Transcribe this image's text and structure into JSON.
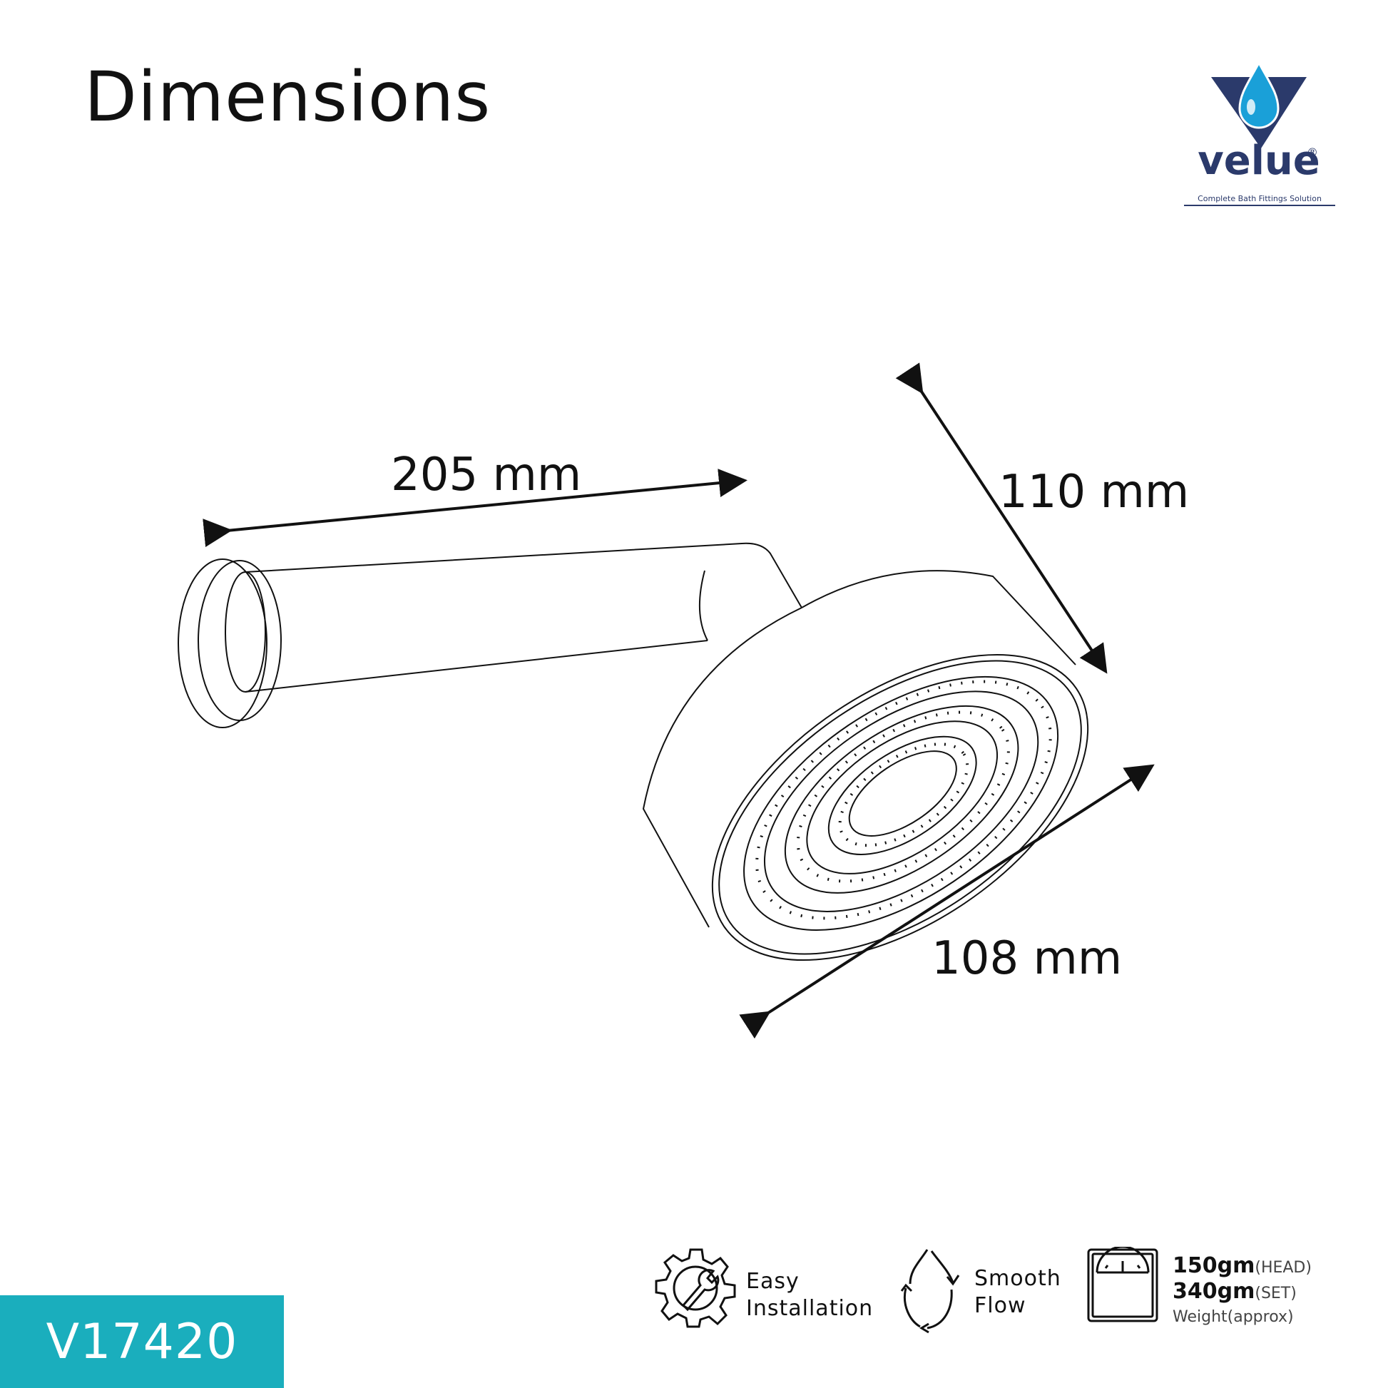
{
  "title": "Dimensions",
  "brand": {
    "name": "velue",
    "registered": "®",
    "tagline": "Complete Bath Fittings Solution",
    "colors": {
      "navy": "#2b3a6b",
      "drop": "#1aa0d8"
    }
  },
  "dimensions": {
    "arm_length": "205 mm",
    "head_diameter": "110 mm",
    "head_width": "108 mm"
  },
  "model_code": "V17420",
  "accent_color": "#1aaebd",
  "features": {
    "installation": {
      "line1": "Easy",
      "line2": "Installation",
      "icon": "gear-wrench-icon"
    },
    "flow": {
      "line1": "Smooth",
      "line2": "Flow",
      "icon": "water-drop-cycle-icon"
    },
    "weight": {
      "head_value": "150gm",
      "head_label": "(HEAD)",
      "set_value": "340gm",
      "set_label": "(SET)",
      "note": "Weight(approx)",
      "icon": "weighing-scale-icon"
    }
  }
}
